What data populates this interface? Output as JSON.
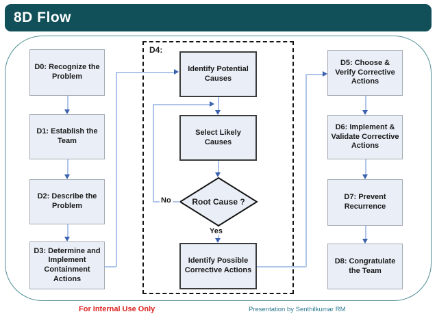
{
  "header": {
    "title": "8D Flow"
  },
  "flow": {
    "left": [
      "D0: Recognize the Problem",
      "D1: Establish the Team",
      "D2: Describe the Problem",
      "D3: Determine and Implement Containment Actions"
    ],
    "d4_label": "D4:",
    "middle": {
      "step1": "Identify Potential Causes",
      "step2": "Select Likely Causes",
      "decision": "Root Cause ?",
      "no_label": "No",
      "yes_label": "Yes",
      "step3": "Identify Possible Corrective Actions"
    },
    "right": [
      "D5: Choose & Verify Corrective Actions",
      "D6: Implement & Validate Corrective Actions",
      "D7: Prevent Recurrence",
      "D8: Congratulate the Team"
    ]
  },
  "footer": {
    "left": "For Internal Use Only",
    "right": "Presentation by Senthilkumar RM"
  },
  "colors": {
    "header_bg": "#115059",
    "container_border": "#4D8C94",
    "box_fill": "#E9EEF7",
    "box_border": "#A3AAB3",
    "strong_border": "#3B3B3B",
    "dashed_border": "#141414",
    "connector": "#AEC4E8",
    "arrowhead": "#3A62AE",
    "text": "#1A1A1A",
    "footer_left_color": "#DD2222",
    "footer_right_color": "#2E7A90"
  }
}
